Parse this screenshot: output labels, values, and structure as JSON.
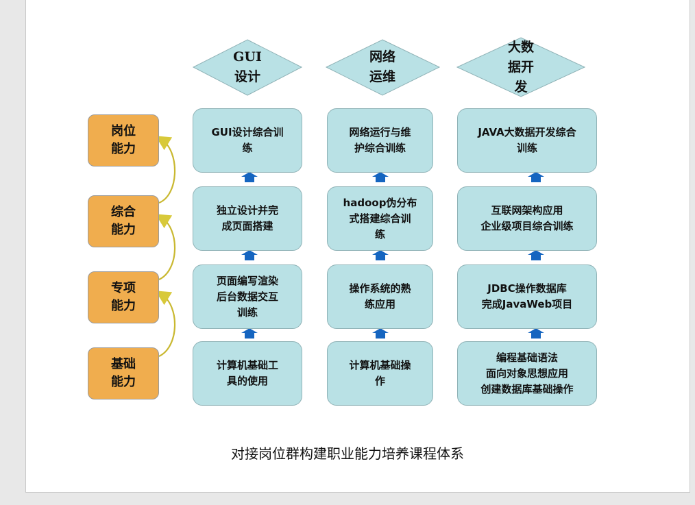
{
  "columns": [
    {
      "header": [
        "GUI",
        "设计"
      ],
      "boxes": [
        "GUI设计综合训\n练",
        "独立设计并完\n成页面搭建",
        "页面编写渲染\n后台数据交互\n训练",
        "计算机基础工\n具的使用"
      ]
    },
    {
      "header": [
        "网络",
        "运维"
      ],
      "boxes": [
        "网络运行与维\n护综合训练",
        "hadoop伪分布\n式搭建综合训\n练",
        "操作系统的熟\n练应用",
        "计算机基础操\n作"
      ]
    },
    {
      "header": [
        "大数",
        "据开",
        "发"
      ],
      "boxes": [
        "JAVA大数据开发综合\n训练",
        "互联网架构应用\n企业级项目综合训练",
        "JDBC操作数据库\n完成JavaWeb项目",
        "编程基础语法\n面向对象思想应用\n创建数据库基础操作"
      ]
    }
  ],
  "levels": [
    "岗位能力",
    "综合能力",
    "专项能力",
    "基础能力"
  ],
  "caption": "对接岗位群构建职业能力培养课程体系",
  "colors": {
    "level_fill": "#f0ad4e",
    "box_fill": "#b9e1e5",
    "diamond_fill": "#b9e1e5",
    "arrow": "#1565c0",
    "connector": "#c9b830"
  }
}
